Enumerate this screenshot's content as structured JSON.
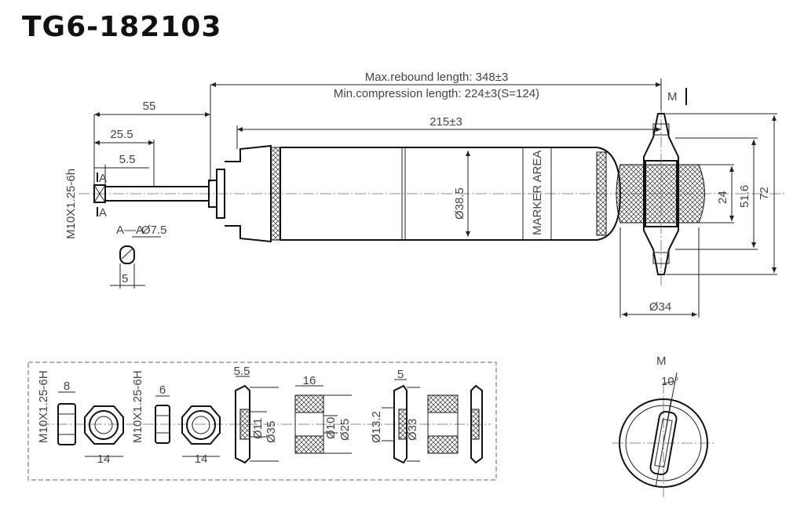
{
  "title": "TG6-182103",
  "dims": {
    "rebound": "Max.rebound length: 348±3",
    "compression": "Min.compression length: 224±3(S=124)",
    "d55": "55",
    "d25_5": "25.5",
    "d5_5": "5.5",
    "thread": "M10X1.25-6h",
    "sec_a1": "A",
    "sec_a2": "A",
    "sec_aa": "A—A",
    "d7_5": "Ø7.5",
    "d5": "5",
    "d215": "215±3",
    "d38_5": "Ø38.5",
    "marker": "MARKER AREA",
    "d24": "24",
    "d51_6": "51.6",
    "d72": "72",
    "d34": "Ø34",
    "view_m": "M",
    "view_m2": "M",
    "angle": "10°"
  },
  "kit": {
    "nut1_w": "8",
    "nut1_thread": "M10X1.25-6H",
    "nut1_across": "14",
    "nut2_w": "6",
    "nut2_thread": "M10X1.25-6H",
    "nut2_across": "14",
    "washer1_t": "5.5",
    "washer1_id": "Ø11",
    "washer1_od": "Ø35",
    "bush1_w": "16",
    "bush1_id": "Ø10",
    "bush1_od": "Ø25",
    "washer2_t": "5",
    "washer2_id": "Ø13.2",
    "washer2_od": "Ø33"
  }
}
